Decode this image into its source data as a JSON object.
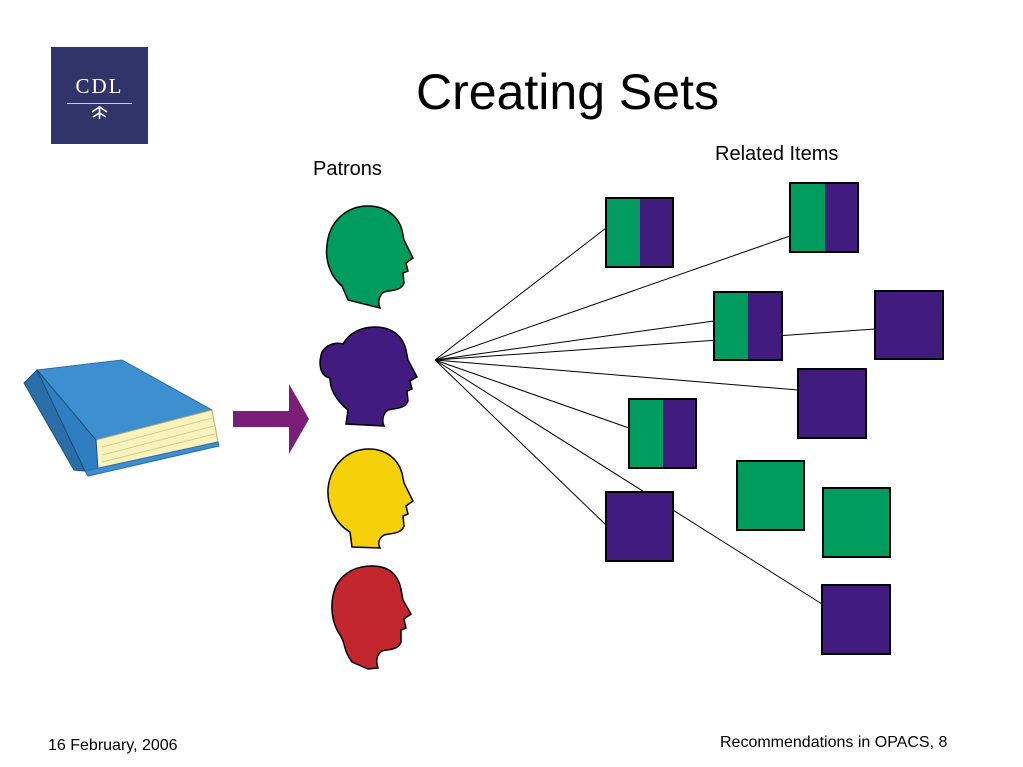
{
  "slide": {
    "title": "Creating Sets",
    "logo_text": "CDL",
    "patrons_label": "Patrons",
    "related_label": "Related Items",
    "footer_date": "16 February, 2006",
    "footer_page": "Recommendations in OPACS, 8"
  },
  "colors": {
    "logo_bg": "#313469",
    "green": "#009b5f",
    "purple": "#421b7e",
    "yellow": "#f6d10a",
    "red": "#c1272d",
    "book_blue": "#3d8fd0",
    "arrow": "#7b1e7a"
  },
  "patrons": [
    "green",
    "purple",
    "yellow",
    "red"
  ],
  "items": [
    "green+purple",
    "green+purple",
    "green+purple",
    "purple",
    "purple",
    "green+purple",
    "green",
    "green",
    "purple",
    "purple"
  ]
}
